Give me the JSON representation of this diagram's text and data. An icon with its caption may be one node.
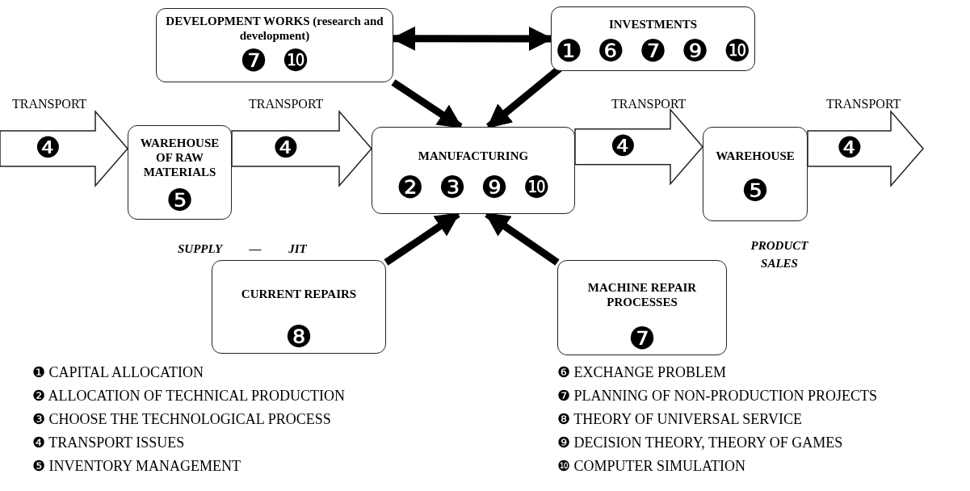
{
  "diagram": {
    "nodes": [
      {
        "text": [
          "DEVELOPMENT WORKS (research and development)",
          "❼ ❿"
        ]
      },
      {
        "text": [
          "INVESTMENTS",
          "❶ ❻ ❼ ❾ ❿"
        ]
      },
      {
        "text": [
          "WAREHOUSE OF RAW MATERIALS",
          "❺"
        ]
      },
      {
        "text": [
          "MANUFACTURING",
          "❷ ❸ ❾ ❿"
        ]
      },
      {
        "text": [
          "WAREHOUSE",
          "❺"
        ]
      },
      {
        "text": [
          "CURRENT REPAIRS",
          "❽"
        ]
      },
      {
        "text": [
          "MACHINE REPAIR PROCESSES",
          "❼"
        ]
      }
    ],
    "edges": [
      {
        "from": 0,
        "to": 1,
        "arrow": "both"
      },
      {
        "from": 0,
        "to": 3,
        "arrow": "to"
      },
      {
        "from": 1,
        "to": 3,
        "arrow": "to"
      },
      {
        "from": null,
        "to": 2,
        "arrow": "to",
        "label": "❹",
        "style": "thick"
      },
      {
        "from": 2,
        "to": 3,
        "arrow": "to",
        "label": "❹",
        "style": "thick"
      },
      {
        "from": 3,
        "to": 4,
        "arrow": "to",
        "label": "❹",
        "style": "thick"
      },
      {
        "from": 4,
        "to": null,
        "arrow": "to",
        "label": "❹",
        "style": "thick"
      },
      {
        "from": 5,
        "to": 3,
        "arrow": "to"
      },
      {
        "from": 6,
        "to": 3,
        "arrow": "to"
      }
    ],
    "labels": [
      "TRANSPORT",
      "TRANSPORT",
      "TRANSPORT",
      "TRANSPORT",
      "SUPPLY — JIT",
      "PRODUCT SALES",
      "❶ CAPITAL ALLOCATION",
      "❷ ALLOCATION OF TECHNICAL PRODUCTION",
      "❸ CHOOSE THE TECHNOLOGICAL PROCESS",
      "❹ TRANSPORT ISSUES",
      "❺ INVENTORY MANAGEMENT",
      "❻ EXCHANGE PROBLEM",
      "❼ PLANNING OF NON-PRODUCTION PROJECTS",
      "❽ THEORY OF UNIVERSAL SERVICE",
      "❾ DECISION THEORY, THEORY OF GAMES",
      "❿ COMPUTER SIMULATION"
    ]
  }
}
